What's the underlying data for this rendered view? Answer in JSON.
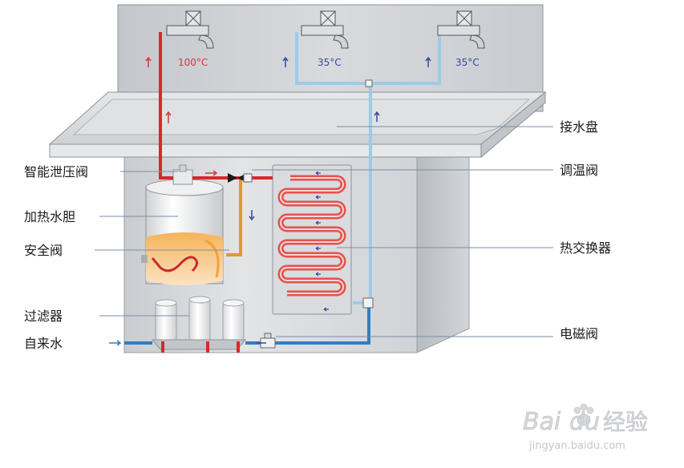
{
  "labels_left": [
    {
      "id": "pressure-relief",
      "text": "智能泄压阀"
    },
    {
      "id": "heating-tank",
      "text": "加热水胆"
    },
    {
      "id": "safety-valve",
      "text": "安全阀"
    },
    {
      "id": "filter",
      "text": "过滤器"
    },
    {
      "id": "tap-water",
      "text": "自来水"
    }
  ],
  "labels_right": [
    {
      "id": "drip-tray",
      "text": "接水盘"
    },
    {
      "id": "thermostatic-valve",
      "text": "调温阀"
    },
    {
      "id": "heat-exchanger",
      "text": "热交换器"
    },
    {
      "id": "solenoid-valve",
      "text": "电磁阀"
    }
  ],
  "taps": [
    {
      "id": "hot",
      "temperature": "100°C",
      "color": "#d23a3a"
    },
    {
      "id": "warm-1",
      "temperature": "35°C",
      "color": "#3a4a9a"
    },
    {
      "id": "warm-2",
      "temperature": "35°C",
      "color": "#3a4a9a"
    }
  ],
  "colors": {
    "hot_pipe": "#d9282b",
    "warm_pipe": "#e8952a",
    "cold_pipe": "#9ccbe8",
    "inlet_pipe": "#2f7fc4",
    "cabinet": "#d5d7da",
    "backsplash": "#c9ccd1"
  },
  "watermark": {
    "brand_a": "Bai",
    "brand_b": "du",
    "brand_cn": "经验",
    "url": "jingyan.baidu.com"
  }
}
